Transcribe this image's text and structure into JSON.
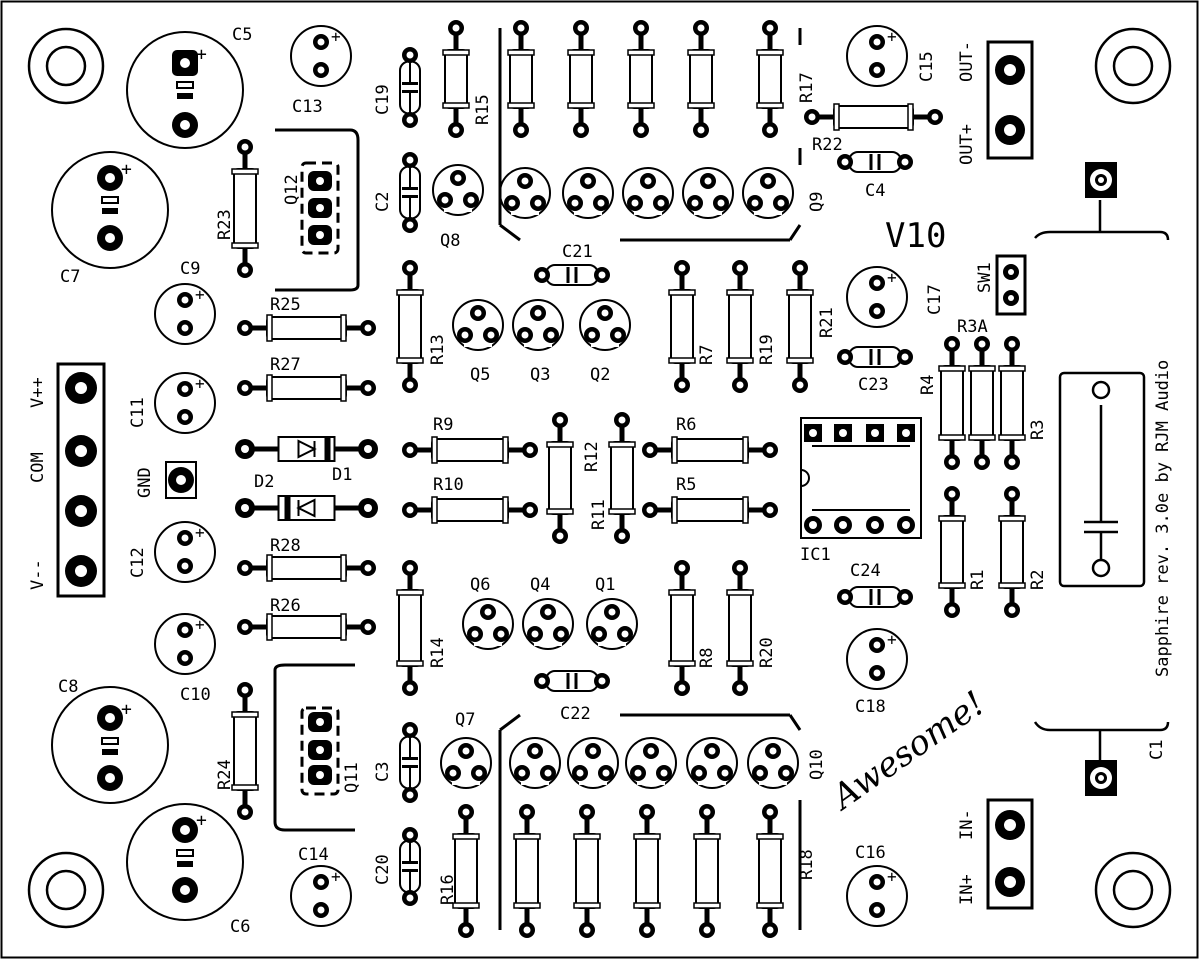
{
  "board": {
    "title": "V10",
    "credit": "Sapphire rev. 3.0e by RJM Audio",
    "tagline": "Awesome!"
  },
  "labels": {
    "C1": "C1",
    "C2": "C2",
    "C3": "C3",
    "C4": "C4",
    "C5": "C5",
    "C6": "C6",
    "C7": "C7",
    "C8": "C8",
    "C9": "C9",
    "C10": "C10",
    "C11": "C11",
    "C12": "C12",
    "C13": "C13",
    "C14": "C14",
    "C15": "C15",
    "C16": "C16",
    "C17": "C17",
    "C18": "C18",
    "C19": "C19",
    "C20": "C20",
    "C21": "C21",
    "C22": "C22",
    "C23": "C23",
    "C24": "C24",
    "R1": "R1",
    "R2": "R2",
    "R3": "R3",
    "R3A": "R3A",
    "R4": "R4",
    "R5": "R5",
    "R6": "R6",
    "R7": "R7",
    "R8": "R8",
    "R9": "R9",
    "R10": "R10",
    "R11": "R11",
    "R12": "R12",
    "R13": "R13",
    "R14": "R14",
    "R15": "R15",
    "R16": "R16",
    "R17": "R17",
    "R18": "R18",
    "R19": "R19",
    "R20": "R20",
    "R21": "R21",
    "R22": "R22",
    "R23": "R23",
    "R24": "R24",
    "R25": "R25",
    "R26": "R26",
    "R27": "R27",
    "R28": "R28",
    "Q1": "Q1",
    "Q2": "Q2",
    "Q3": "Q3",
    "Q4": "Q4",
    "Q5": "Q5",
    "Q6": "Q6",
    "Q7": "Q7",
    "Q8": "Q8",
    "Q9": "Q9",
    "Q10": "Q10",
    "Q11": "Q11",
    "Q12": "Q12",
    "D1": "D1",
    "D2": "D2",
    "IC1": "IC1",
    "SW1": "SW1",
    "GND": "GND",
    "VPP": "V++",
    "COM": "COM",
    "VMM": "V--",
    "OUTM": "OUT-",
    "OUTP": "OUT+",
    "INM": "IN-",
    "INP": "IN+",
    "plus": "+"
  }
}
